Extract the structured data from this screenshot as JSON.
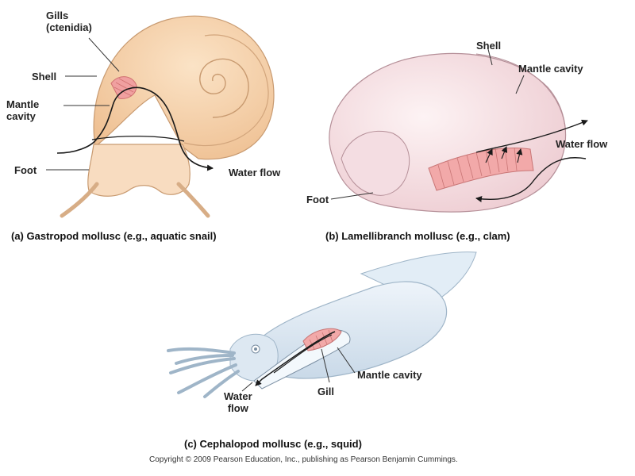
{
  "colors": {
    "snail_shell": "#f3caa0",
    "snail_body": "#f8dcc0",
    "gill_pink": "#f0a0a0",
    "clam_shell": "#f7e4e8",
    "squid_body": "#dde8f2",
    "line": "#1a1a1a"
  },
  "panel_a": {
    "caption_letter": "(a)",
    "caption": "Gastropod mollusc (e.g., aquatic snail)",
    "labels": {
      "gills_line1": "Gills",
      "gills_line2": "(ctenidia)",
      "shell": "Shell",
      "mantle_line1": "Mantle",
      "mantle_line2": "cavity",
      "foot": "Foot",
      "water_flow": "Water flow"
    }
  },
  "panel_b": {
    "caption_letter": "(b)",
    "caption": "Lamellibranch mollusc (e.g., clam)",
    "labels": {
      "shell": "Shell",
      "mantle_cavity": "Mantle cavity",
      "water_flow": "Water flow",
      "foot": "Foot"
    }
  },
  "panel_c": {
    "caption_letter": "(c)",
    "caption": "Cephalopod mollusc (e.g., squid)",
    "labels": {
      "mantle_cavity": "Mantle cavity",
      "gill": "Gill",
      "water_line1": "Water",
      "water_line2": "flow"
    }
  },
  "copyright": "Copyright © 2009 Pearson Education, Inc., publishing as Pearson Benjamin Cummings."
}
